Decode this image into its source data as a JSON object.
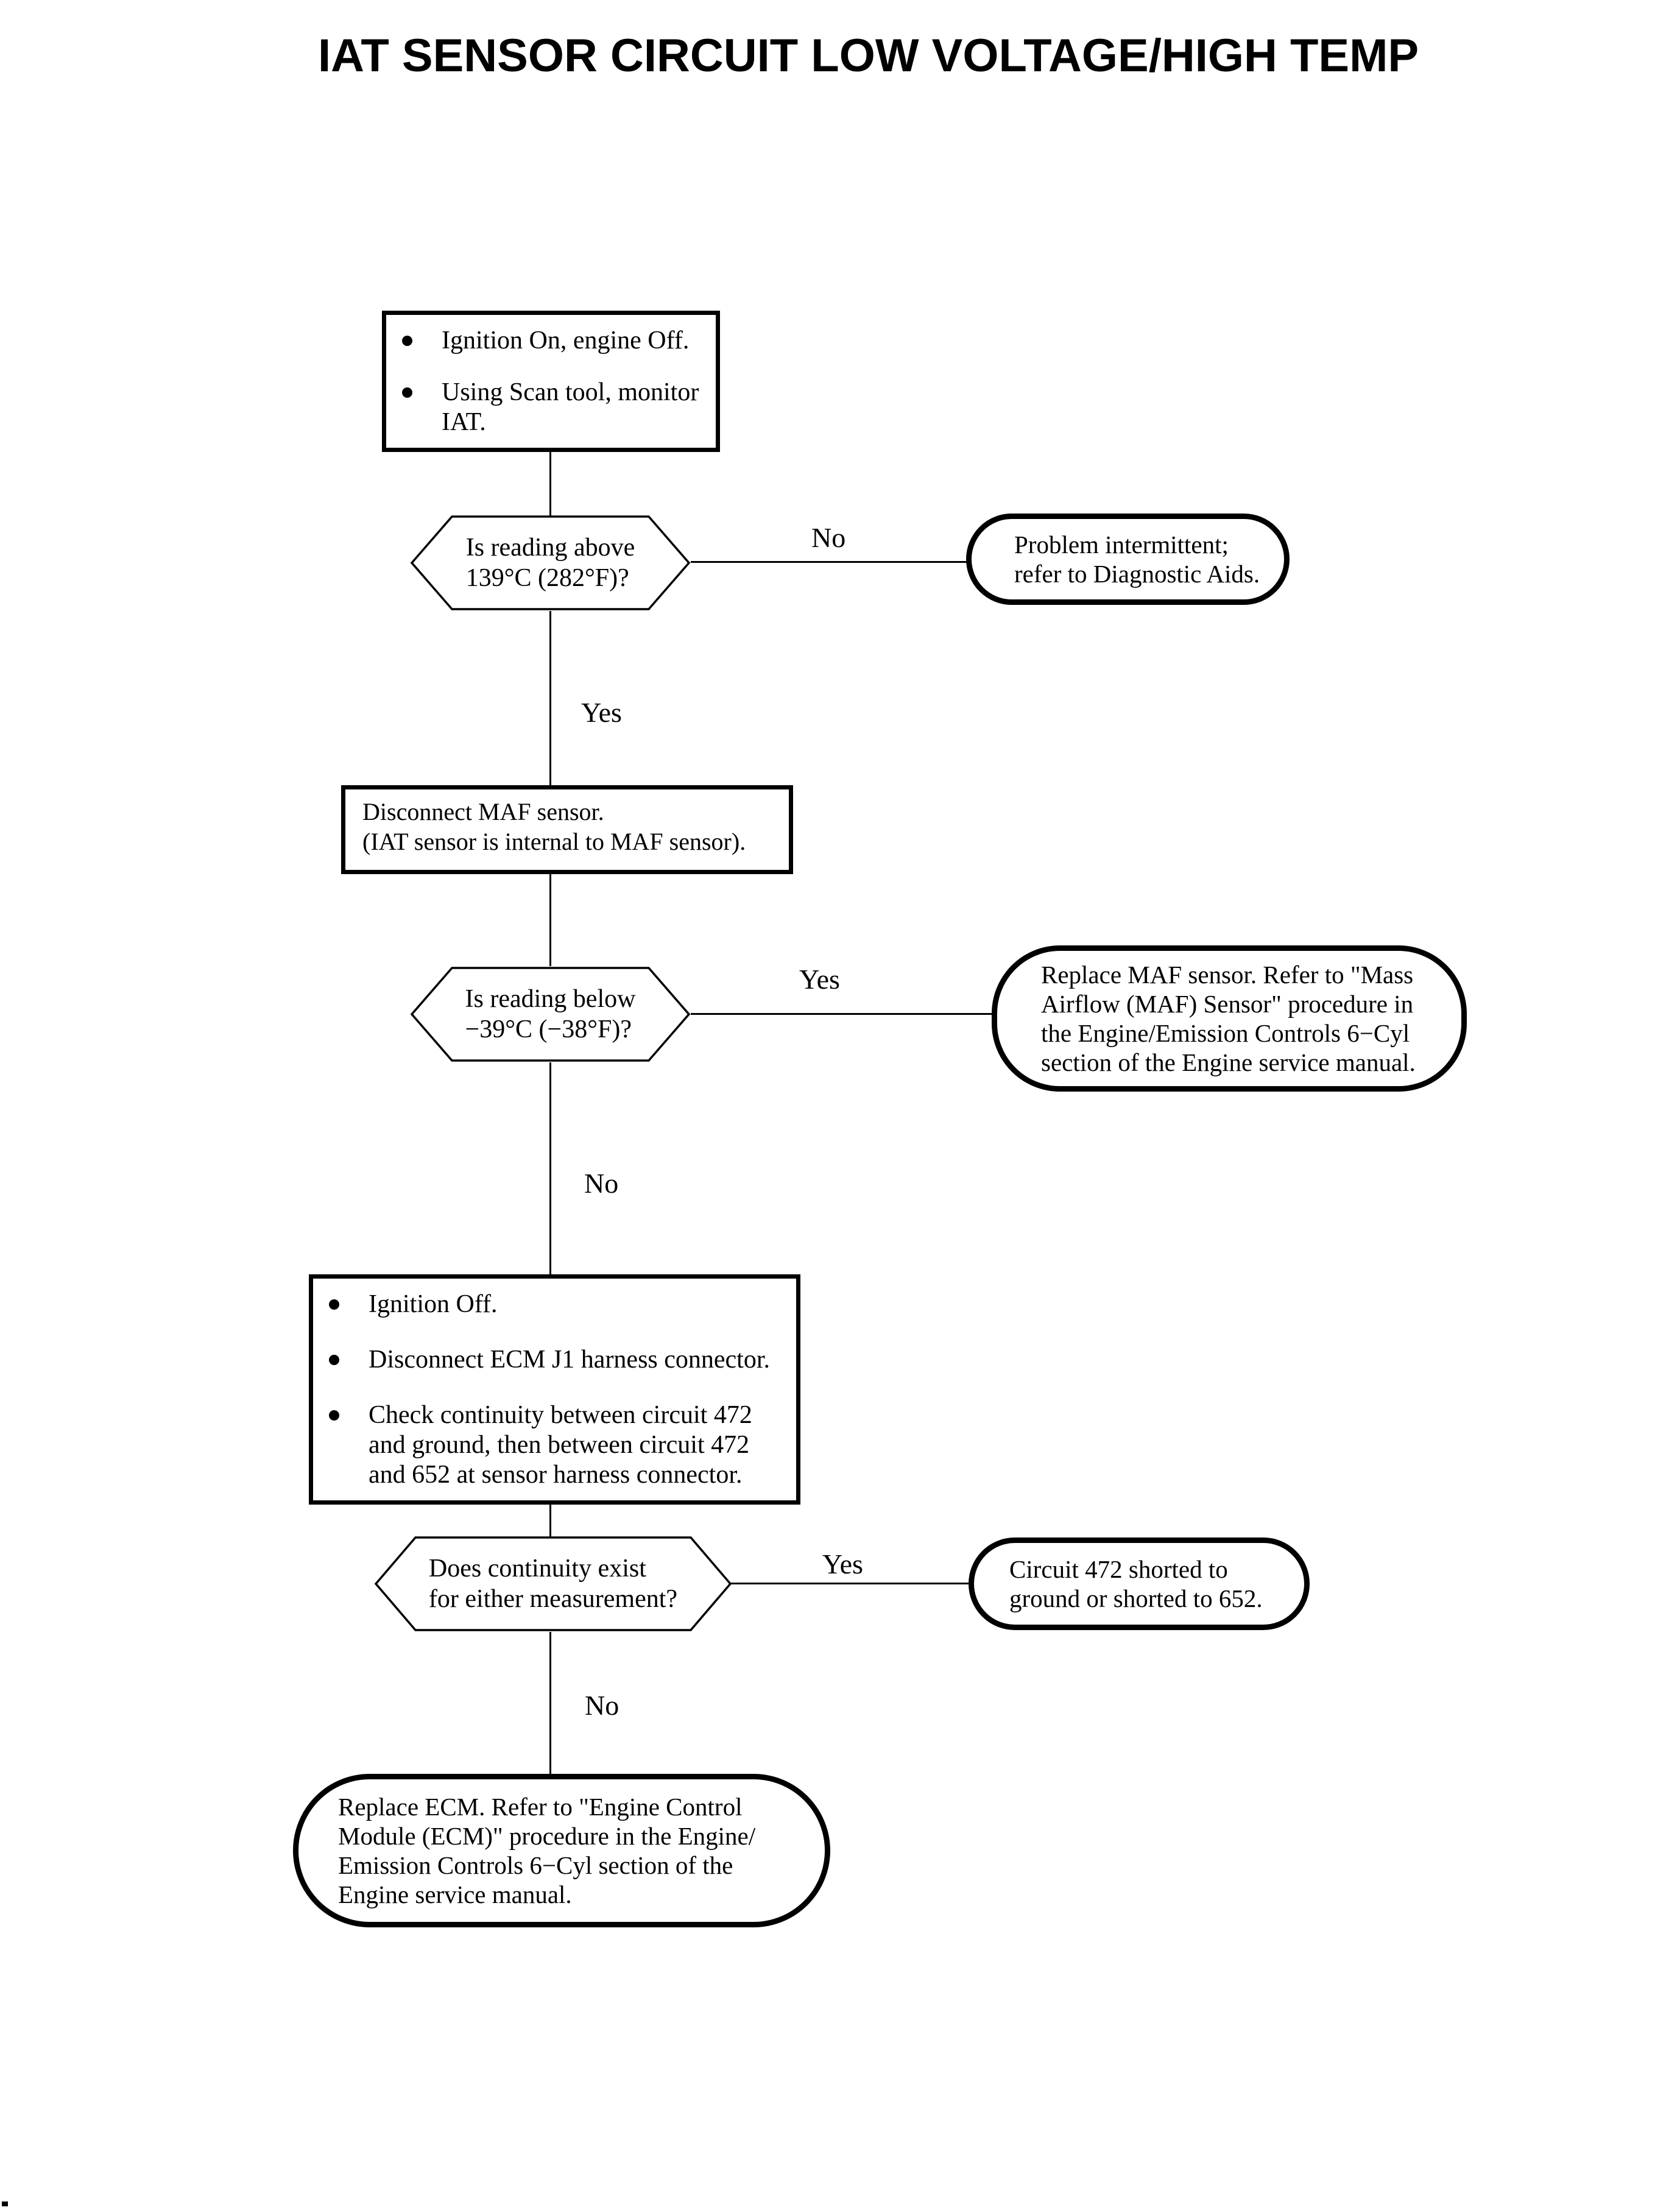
{
  "page": {
    "title": "IAT SENSOR CIRCUIT LOW VOLTAGE/HIGH TEMP"
  },
  "colors": {
    "ink": "#000000",
    "paper": "#ffffff"
  },
  "flow": {
    "start": {
      "items": [
        "Ignition On, engine Off.",
        "Using Scan tool, monitor\nIAT."
      ]
    },
    "d1": {
      "text": "Is reading above\n139°C (282°F)?",
      "no": "No",
      "yes": "Yes"
    },
    "r1": {
      "text": "Problem intermittent;\nrefer to Diagnostic Aids."
    },
    "a1": {
      "text": "Disconnect MAF sensor.\n(IAT sensor is internal to MAF sensor)."
    },
    "d2": {
      "text": "Is reading below\n−39°C (−38°F)?",
      "yes": "Yes",
      "no": "No"
    },
    "r2": {
      "text": "Replace MAF sensor. Refer to \"Mass\nAirflow (MAF) Sensor\" procedure in\nthe Engine/Emission Controls 6−Cyl\nsection of the Engine service manual."
    },
    "check": {
      "items": [
        "Ignition Off.",
        "Disconnect ECM J1 harness connector.",
        "Check continuity between circuit 472\nand ground, then between circuit 472\nand 652 at sensor harness connector."
      ]
    },
    "d3": {
      "text": "Does continuity exist\nfor either measurement?",
      "yes": "Yes",
      "no": "No"
    },
    "r3": {
      "text": "Circuit 472 shorted to\nground or shorted to 652."
    },
    "r4": {
      "text": "Replace ECM. Refer to \"Engine Control\nModule (ECM)\" procedure in the Engine/\nEmission Controls 6−Cyl section of the\nEngine service manual."
    }
  }
}
